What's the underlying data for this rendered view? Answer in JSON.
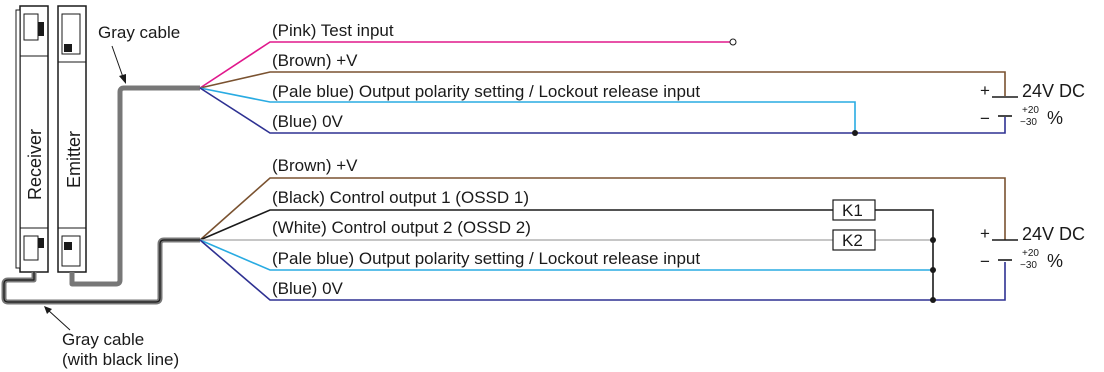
{
  "colors": {
    "pink": "#e0188c",
    "brown": "#7a5230",
    "pale_blue": "#29abe2",
    "blue": "#2e3192",
    "black": "#1a1a1a",
    "white_wire": "#b3b3b3",
    "cable": "#777777",
    "cable_stripe": "#1a1a1a",
    "dc_wire": "#7a5230"
  },
  "devices": {
    "receiver_label": "Receiver",
    "emitter_label": "Emitter"
  },
  "cables": {
    "top_label": "Gray cable",
    "bottom_label_line1": "Gray cable",
    "bottom_label_line2": "(with black line)"
  },
  "emitter_wires": {
    "pink": "(Pink) Test input",
    "brown": "(Brown) +V",
    "pale_blue": "(Pale blue) Output polarity setting / Lockout release input",
    "blue": "(Blue) 0V"
  },
  "receiver_wires": {
    "brown": "(Brown) +V",
    "black": "(Black) Control output 1 (OSSD 1)",
    "white": "(White) Control output 2 (OSSD 2)",
    "pale_blue": "(Pale blue) Output polarity setting / Lockout release input",
    "blue": "(Blue) 0V"
  },
  "relays": {
    "k1": "K1",
    "k2": "K2"
  },
  "power_top": {
    "plus": "+",
    "minus": "−",
    "voltage": "24V DC",
    "tol_plus": "+20",
    "tol_minus": "−30",
    "percent": "%"
  },
  "power_bottom": {
    "plus": "+",
    "minus": "−",
    "voltage": "24V DC",
    "tol_plus": "+20",
    "tol_minus": "−30",
    "percent": "%"
  }
}
